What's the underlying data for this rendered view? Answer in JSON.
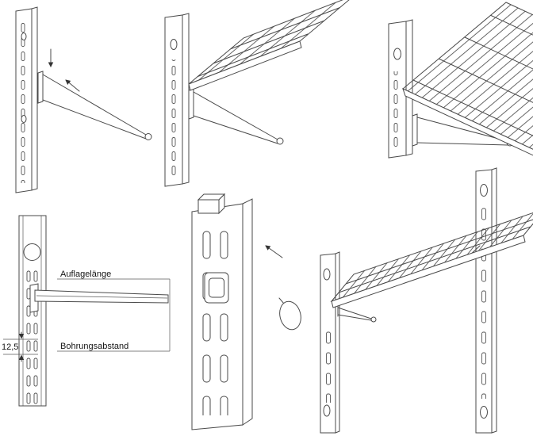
{
  "colors": {
    "background": "#ffffff",
    "line": "#4a4a4a",
    "text": "#141414"
  },
  "labels": {
    "support_length": "Auflagelänge",
    "hole_spacing": "Bohrungsabstand",
    "hole_spacing_value": "12,5"
  }
}
